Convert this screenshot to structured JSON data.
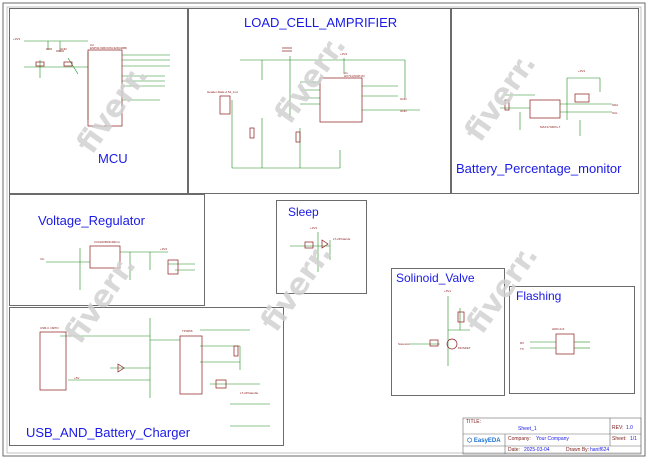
{
  "sheet": {
    "blocks": {
      "mcu": "MCU",
      "load_cell": "LOAD_CELL_AMPRIFIER",
      "battery_monitor": "Battery_Percentage_monitor",
      "voltage_regulator": "Voltage_Regulator",
      "sleep": "Sleep",
      "solenoid": "Solinoid_Valve",
      "flashing": "Flashing",
      "charger": "USB_AND_Battery_Charger"
    },
    "watermark": "fiverr.",
    "title_block": {
      "title_label": "TITLE:",
      "title_value": "Sheet_1",
      "rev_label": "REV:",
      "rev_value": "1.0",
      "company_label": "Company:",
      "company_value": "Your Company",
      "sheet_label": "Sheet:",
      "sheet_value": "1/1",
      "date_label": "Date:",
      "date_value": "2025-03-04",
      "drawn_label": "Drawn By:",
      "drawn_value": "hanif624",
      "logo_text": "EasyEDA"
    },
    "colors": {
      "block_title": "#1a1ae6",
      "wire": "#1f8a1f",
      "component": "#8b1a1a",
      "border": "#6b6b6b",
      "watermark": "#d2d2d2"
    }
  }
}
